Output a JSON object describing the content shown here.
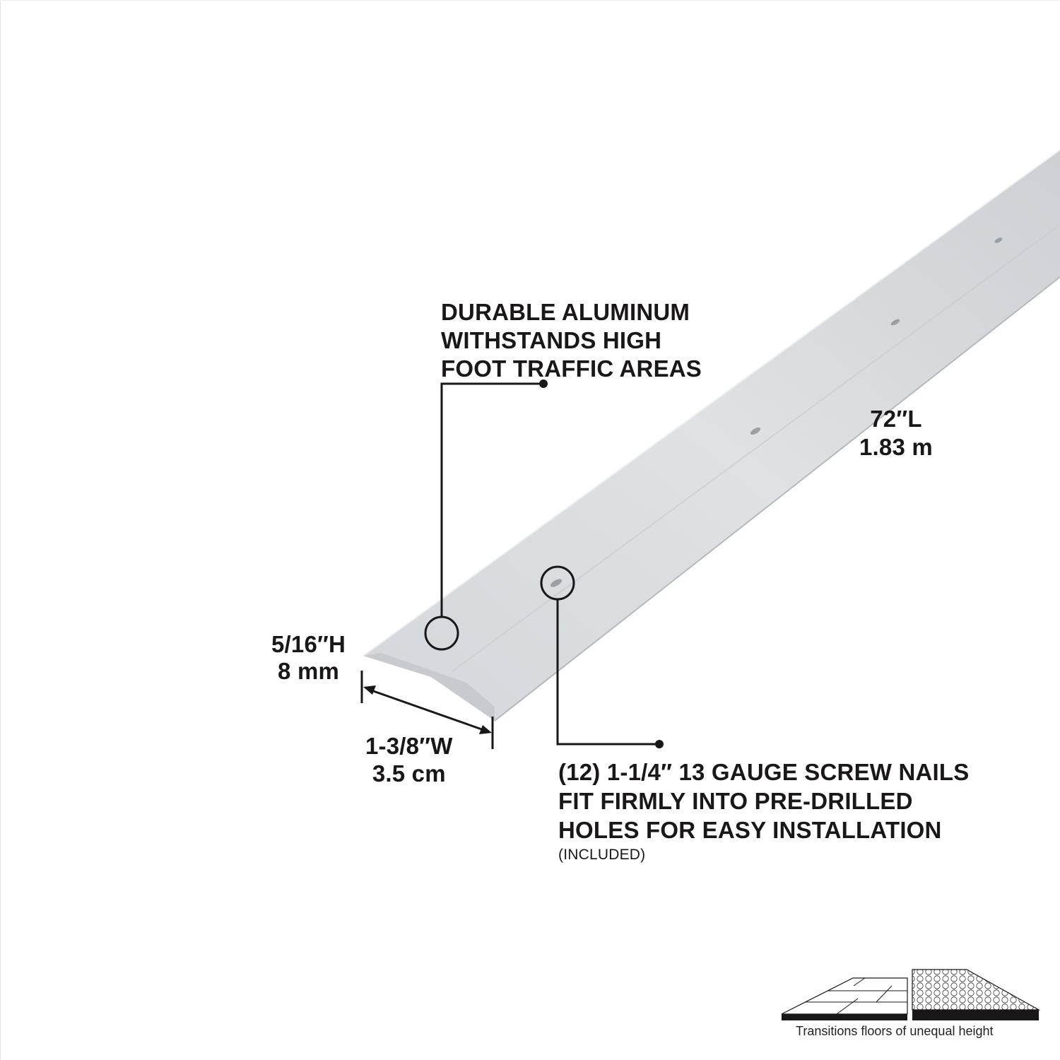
{
  "product": {
    "name": "Aluminum floor transition strip (reducer)",
    "colors": {
      "background": "#ffffff",
      "strip_face": "#cfd2d6",
      "strip_edge": "#b9bdc2",
      "ink": "#1a1718"
    }
  },
  "callouts": {
    "durability": {
      "lines": [
        "DURABLE ALUMINUM",
        "WITHSTANDS HIGH",
        "FOOT TRAFFIC AREAS"
      ]
    },
    "hardware": {
      "lines": [
        "(12) 1-1/4″ 13 GAUGE SCREW NAILS",
        "FIT FIRMLY INTO PRE-DRILLED",
        "HOLES FOR EASY INSTALLATION"
      ],
      "note": "(INCLUDED)"
    }
  },
  "dimensions": {
    "length": {
      "imperial": "72″L",
      "metric": "1.83 m"
    },
    "height": {
      "imperial": "5/16″H",
      "metric": "8 mm"
    },
    "width": {
      "imperial": "1-3/8″W",
      "metric": "3.5 cm"
    }
  },
  "icons": {
    "transition_diagram": "floor-transition-diagram-icon"
  },
  "caption": "Transitions floors of unequal height"
}
